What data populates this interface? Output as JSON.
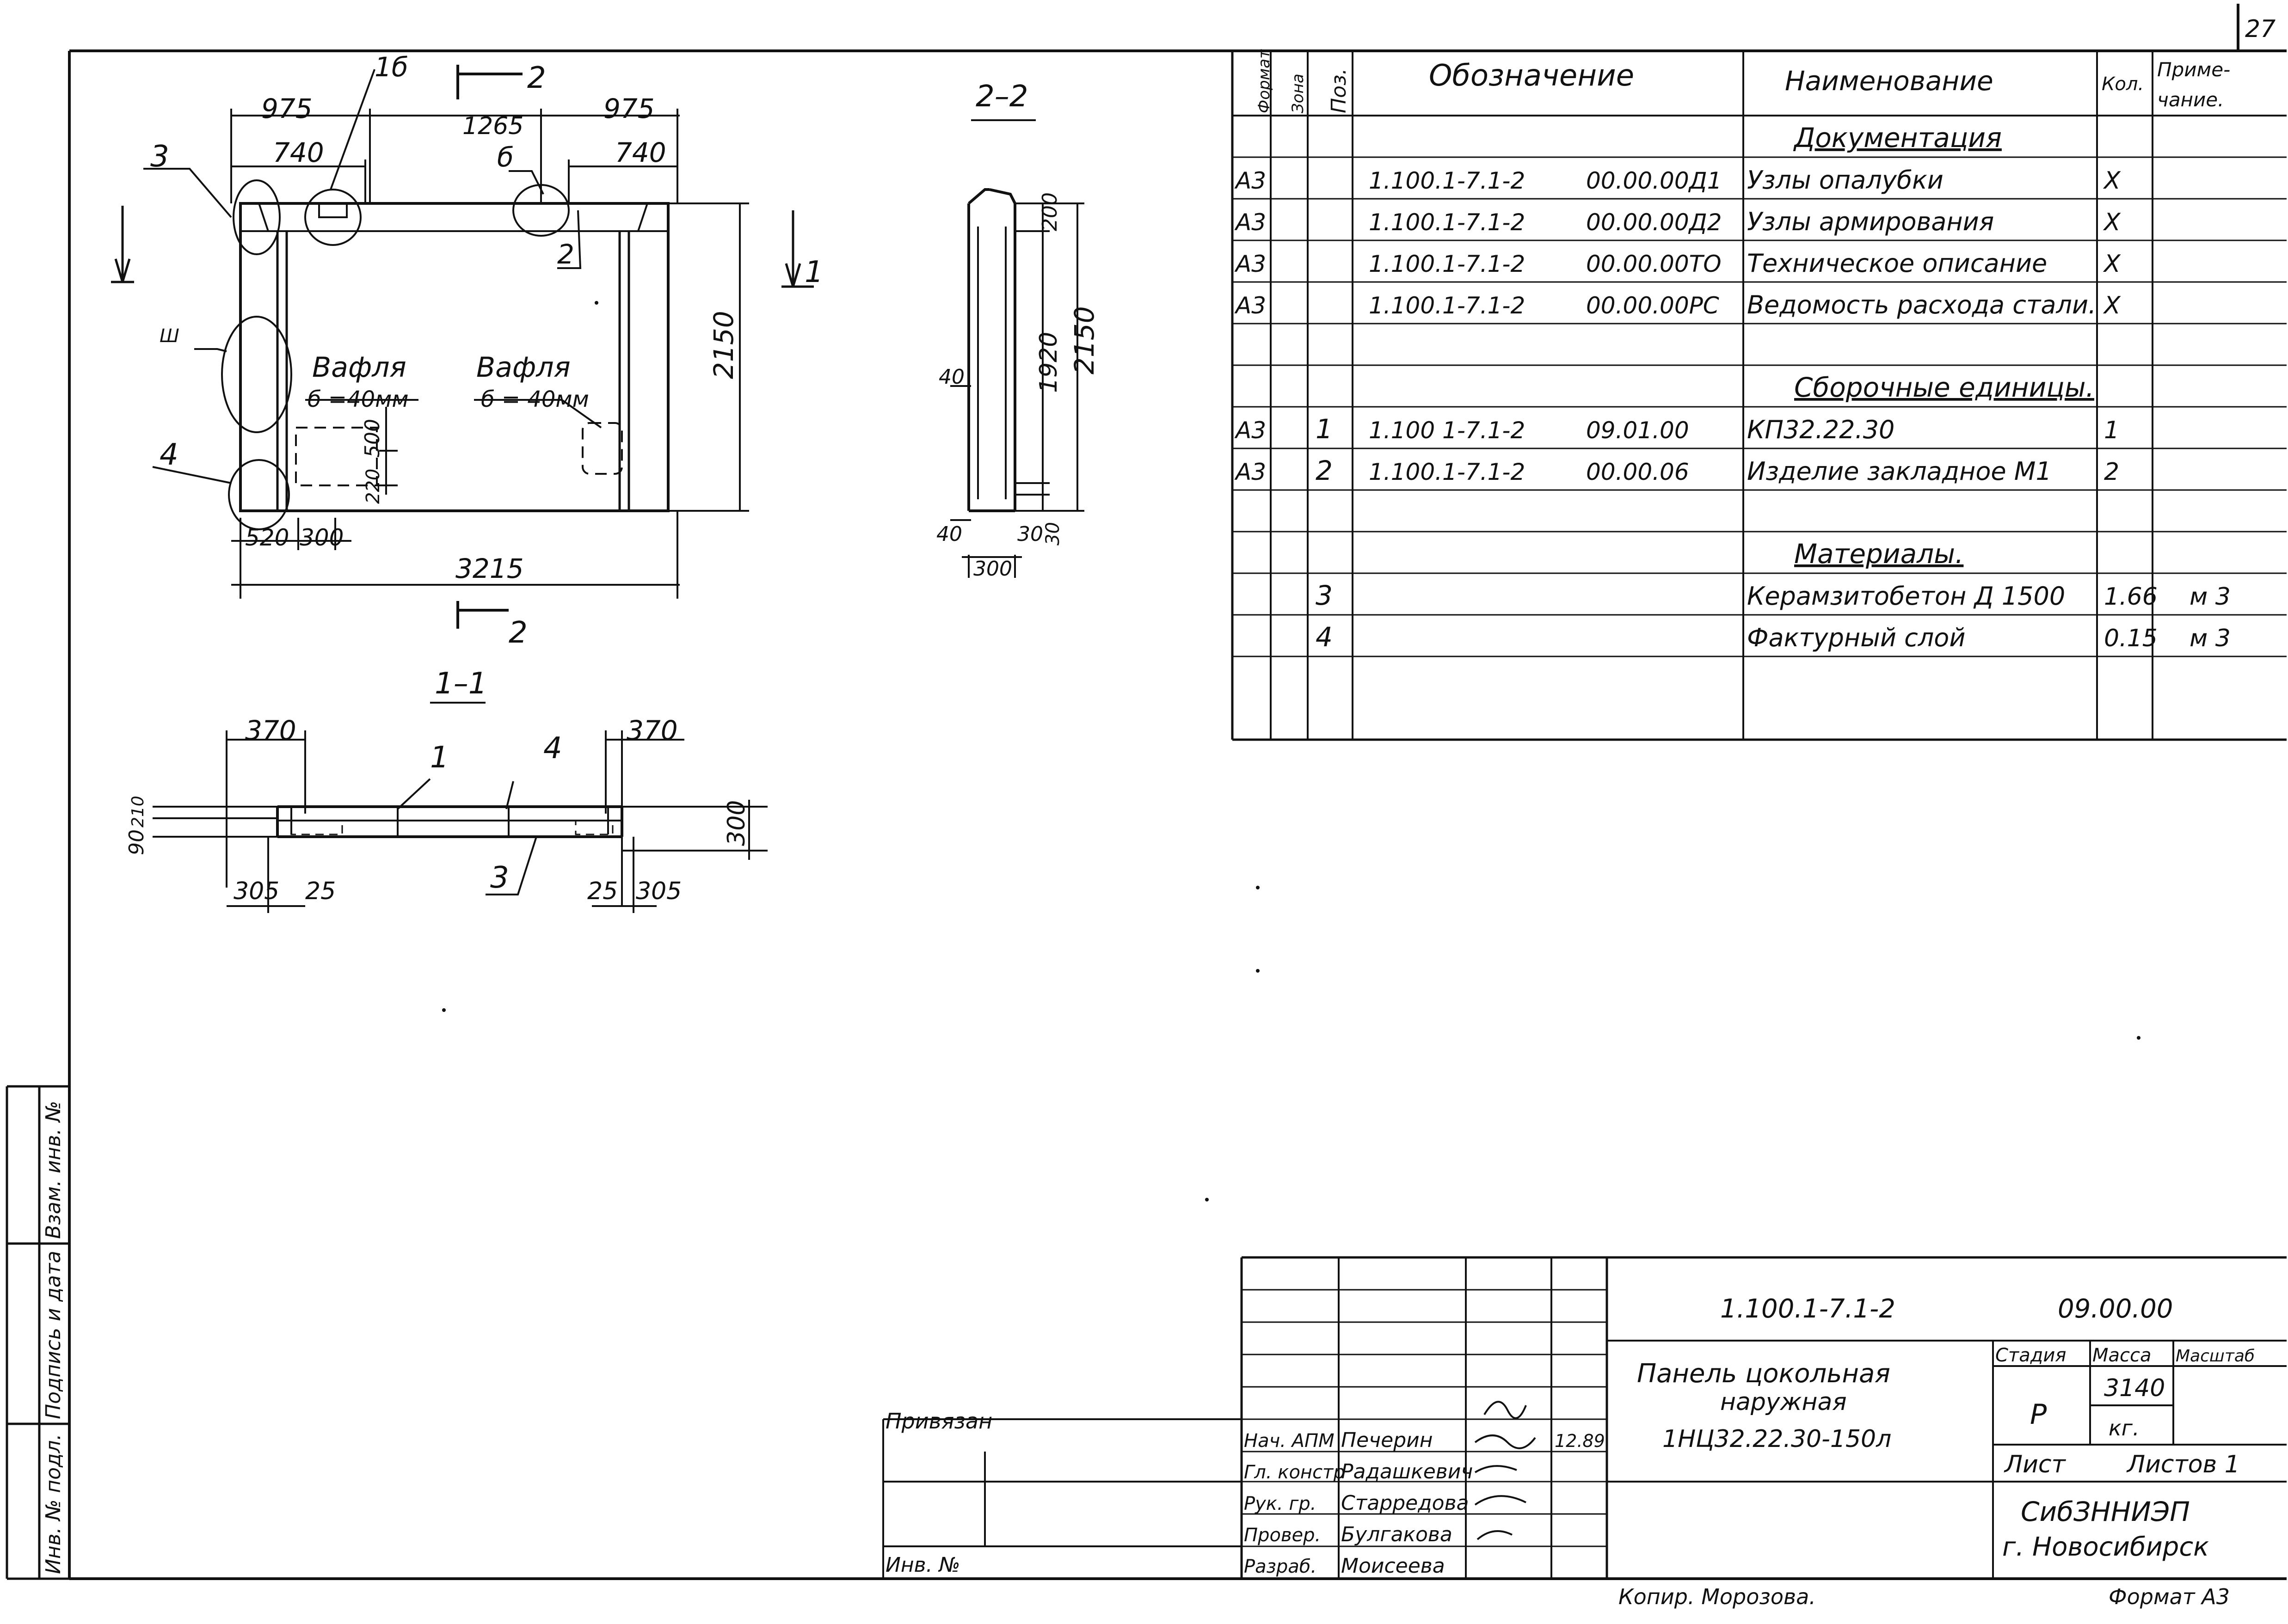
{
  "page_number": "27",
  "views": {
    "front": {
      "section_mark": "2",
      "dims_top": [
        "975",
        "1265",
        "975"
      ],
      "dims_second": [
        "740",
        "740"
      ],
      "height": "2150",
      "bottom_left": [
        "520",
        "300"
      ],
      "vertical_small": [
        "500",
        "220"
      ],
      "overall_width": "3215",
      "section_arrow": "1",
      "callouts": [
        "3",
        "1б",
        "б",
        "2",
        "4",
        "Ш"
      ],
      "wafer_left": {
        "label": "Вафля",
        "thickness": "б =40мм"
      },
      "wafer_right": {
        "label": "Вафля",
        "thickness": "б = 40мм"
      }
    },
    "section_2_2": {
      "title": "2–2",
      "dims": [
        "200",
        "1920",
        "2150",
        "40",
        "40",
        "30",
        "30",
        "300"
      ]
    },
    "section_1_1": {
      "title": "1–1",
      "dims_top": [
        "370",
        "370"
      ],
      "callouts": [
        "1",
        "4",
        "3"
      ],
      "left_dims": [
        "90",
        "210"
      ],
      "right_dim": "300",
      "bottom_dims": [
        "305",
        "25",
        "25",
        "305"
      ]
    }
  },
  "spec_table": {
    "headers": {
      "format": "Формат",
      "zone": "Зона",
      "pos": "Поз.",
      "designation": "Обозначение",
      "name": "Наименование",
      "qty": "Кол.",
      "note_1": "Приме-",
      "note_2": "чание."
    },
    "rows": [
      {
        "kind": "section",
        "name": "Документация"
      },
      {
        "format": "А3",
        "pos": "",
        "code": "1.100.1-7.1-2",
        "designation": "00.00.00Д1",
        "name": "Узлы опалубки",
        "qty": "X",
        "note": ""
      },
      {
        "format": "А3",
        "pos": "",
        "code": "1.100.1-7.1-2",
        "designation": "00.00.00Д2",
        "name": "Узлы армирования",
        "qty": "X",
        "note": ""
      },
      {
        "format": "А3",
        "pos": "",
        "code": "1.100.1-7.1-2",
        "designation": "00.00.00ТО",
        "name": "Техническое описание",
        "qty": "X",
        "note": ""
      },
      {
        "format": "А3",
        "pos": "",
        "code": "1.100.1-7.1-2",
        "designation": "00.00.00РС",
        "name": "Ведомость расхода стали.",
        "qty": "X",
        "note": ""
      },
      {
        "kind": "blank"
      },
      {
        "kind": "section",
        "name": "Сборочные единицы."
      },
      {
        "format": "А3",
        "pos": "1",
        "code": "1.100 1-7.1-2",
        "designation": "09.01.00",
        "name": "КП32.22.30",
        "qty": "1",
        "note": ""
      },
      {
        "format": "А3",
        "pos": "2",
        "code": "1.100.1-7.1-2",
        "designation": "00.00.06",
        "name": "Изделие закладное М1",
        "qty": "2",
        "note": ""
      },
      {
        "kind": "blank"
      },
      {
        "kind": "section",
        "name": "Материалы."
      },
      {
        "format": "",
        "pos": "3",
        "code": "",
        "designation": "",
        "name": "Керамзитобетон Д 1500",
        "qty": "1.66",
        "note": "м 3"
      },
      {
        "format": "",
        "pos": "4",
        "code": "",
        "designation": "",
        "name": "Фактурный слой",
        "qty": "0.15",
        "note": "м 3"
      },
      {
        "kind": "blank"
      }
    ]
  },
  "title_block": {
    "code": "1.100.1-7.1-2",
    "sheet_code": "09.00.00",
    "title_1": "Панель цокольная",
    "title_2": "наружная",
    "title_3": "1НЦ32.22.30-150л",
    "stage_header": "Стадия",
    "mass_header": "Масса",
    "scale_header": "Масштаб",
    "stage": "Р",
    "mass": "3140",
    "mass_unit": "кг.",
    "sheet_label": "Лист",
    "sheets_label": "Листов 1",
    "org_1": "СибЗННИЭП",
    "org_2": "г. Новосибирск",
    "signers": [
      {
        "role": "Нач. АПМ",
        "name": "Печерин",
        "date": "12.89"
      },
      {
        "role": "Гл. констр",
        "name": "Радашкевич",
        "date": ""
      },
      {
        "role": "Рук. гр.",
        "name": "Старредова",
        "date": ""
      },
      {
        "role": "Провер.",
        "name": "Булгакова",
        "date": ""
      },
      {
        "role": "Разраб.",
        "name": "Моисеева",
        "date": ""
      }
    ],
    "attached": "Привязан",
    "inv_no": "Инв. №"
  },
  "side_stamp": {
    "cell_1": "Взам. инв. №",
    "cell_2": "Подпись и дата",
    "cell_3": "Инв. № подл."
  },
  "footer": {
    "copied": "Копир. Морозова.",
    "format": "Формат А3"
  }
}
